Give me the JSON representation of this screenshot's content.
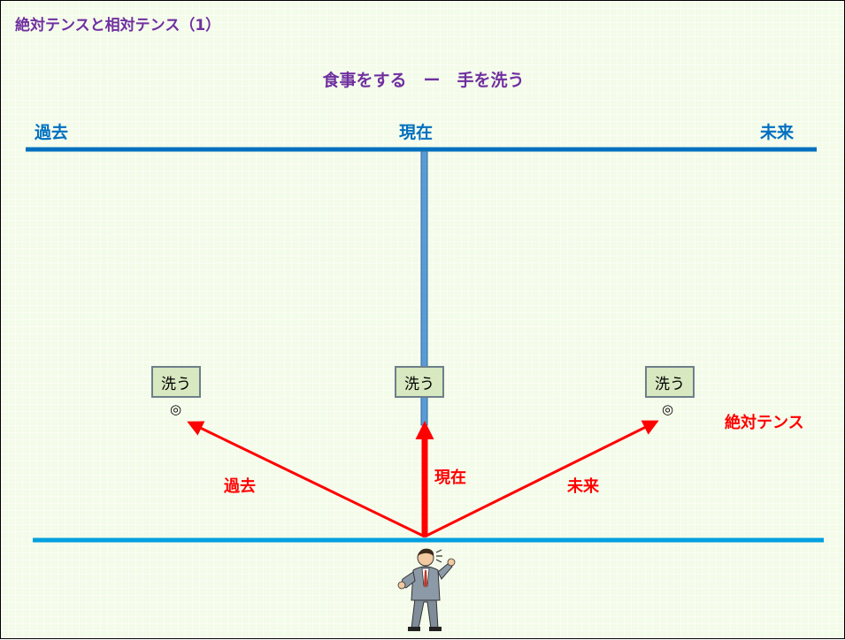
{
  "slide_title": "絶対テンスと相対テンス（1）",
  "subtitle": "食事をする　ー　手を洗う",
  "timeline": {
    "past": "過去",
    "present": "現在",
    "future": "未来"
  },
  "arrows": {
    "past": "過去",
    "present": "現在",
    "future": "未来"
  },
  "boxes": {
    "past": "洗う",
    "present": "洗う",
    "future": "洗う"
  },
  "marks": {
    "past": "◎",
    "future": "◎"
  },
  "tense_label": "絶対テンス",
  "colors": {
    "title": "#7030a0",
    "timeline": "#0070c0",
    "arrow": "#ff0000",
    "background": "#f3fbe9"
  }
}
